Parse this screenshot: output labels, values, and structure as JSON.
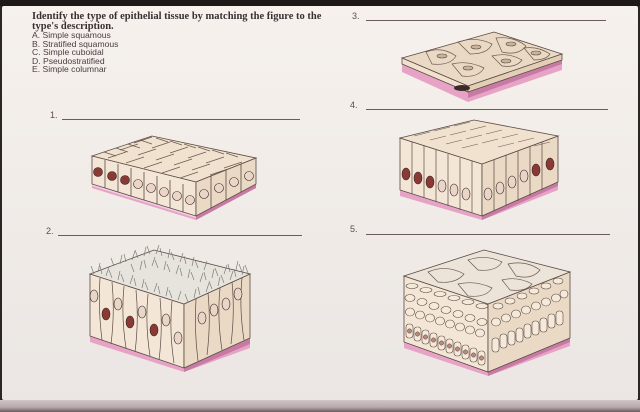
{
  "instructions": {
    "title": "Identify the type of epithelial tissue by matching the figure to the type's description.",
    "options": [
      "A. Simple squamous",
      "B. Stratified squamous",
      "C. Simple cuboidal",
      "D. Pseudostratified",
      "E. Simple columnar"
    ]
  },
  "questions": [
    {
      "number": "1.",
      "answer": ""
    },
    {
      "number": "2.",
      "answer": ""
    },
    {
      "number": "3.",
      "answer": ""
    },
    {
      "number": "4.",
      "answer": ""
    },
    {
      "number": "5.",
      "answer": ""
    }
  ],
  "colors": {
    "cell_fill": "#f1e2cf",
    "cell_outline": "#5a4a44",
    "nucleus": "#8a3a34",
    "basement": "#e7a3c6",
    "basement_dark": "#c77aa4",
    "cilia": "#7d7f77"
  }
}
